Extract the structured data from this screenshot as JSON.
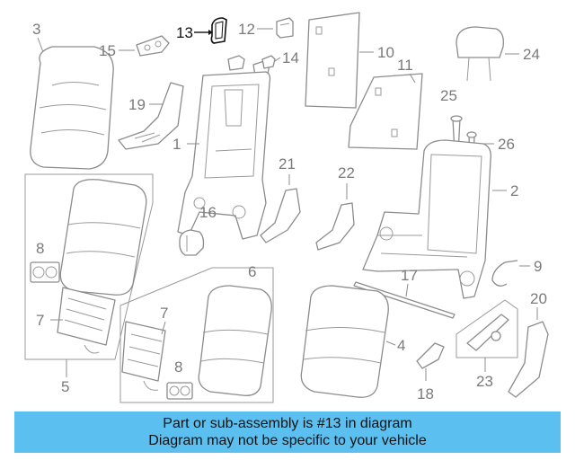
{
  "callouts": {
    "c1": "1",
    "c2": "2",
    "c3": "3",
    "c4": "4",
    "c5": "5",
    "c6": "6",
    "c7a": "7",
    "c7b": "7",
    "c8a": "8",
    "c8b": "8",
    "c9": "9",
    "c10": "10",
    "c11": "11",
    "c12": "12",
    "c13": "13",
    "c14": "14",
    "c15": "15",
    "c16": "16",
    "c17": "17",
    "c18": "18",
    "c19": "19",
    "c20": "20",
    "c21": "21",
    "c22": "22",
    "c23": "23",
    "c24": "24",
    "c25": "25",
    "c26": "26"
  },
  "highlighted_part": "13",
  "caption": {
    "line1": "Part or sub-assembly is #13 in diagram",
    "line2": "Diagram may not be specific to your vehicle"
  },
  "colors": {
    "caption_bg": "#5bc0f0",
    "line_art": "#8c8c8c",
    "highlight": "#111111"
  }
}
